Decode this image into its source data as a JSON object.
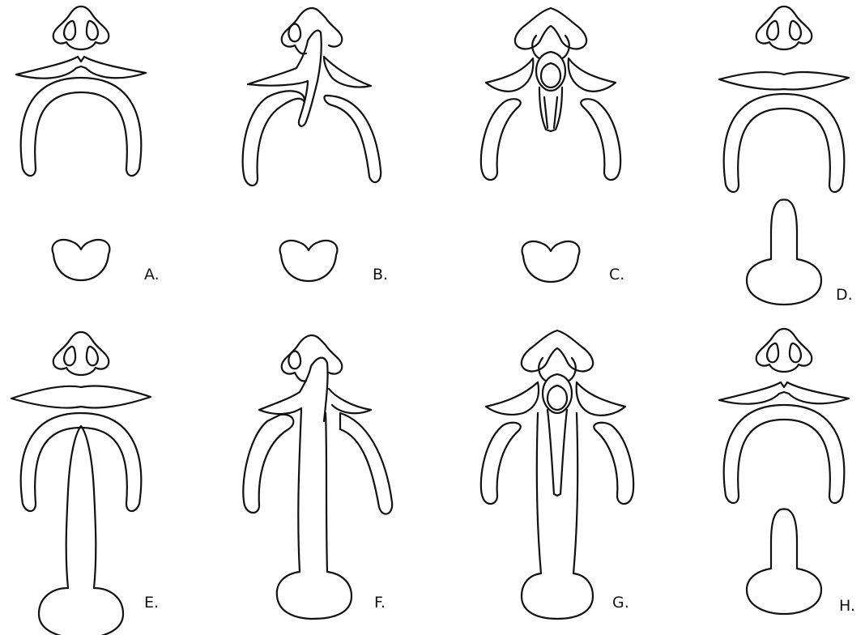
{
  "figure": {
    "panels": [
      {
        "label": "A.",
        "variant": "intact-lip-and-palate"
      },
      {
        "label": "B.",
        "variant": "cleft-lip-and-palate-unilateral"
      },
      {
        "label": "C.",
        "variant": "cleft-lip-and-palate-bilateral"
      },
      {
        "label": "D.",
        "variant": "cleft-soft-palate-short"
      },
      {
        "label": "E.",
        "variant": "cleft-soft-and-hard-palate-long"
      },
      {
        "label": "F.",
        "variant": "cleft-complete-unilateral-long"
      },
      {
        "label": "G.",
        "variant": "cleft-complete-bilateral-long"
      },
      {
        "label": "H.",
        "variant": "cleft-lip-with-soft-palate-cleft"
      }
    ]
  }
}
